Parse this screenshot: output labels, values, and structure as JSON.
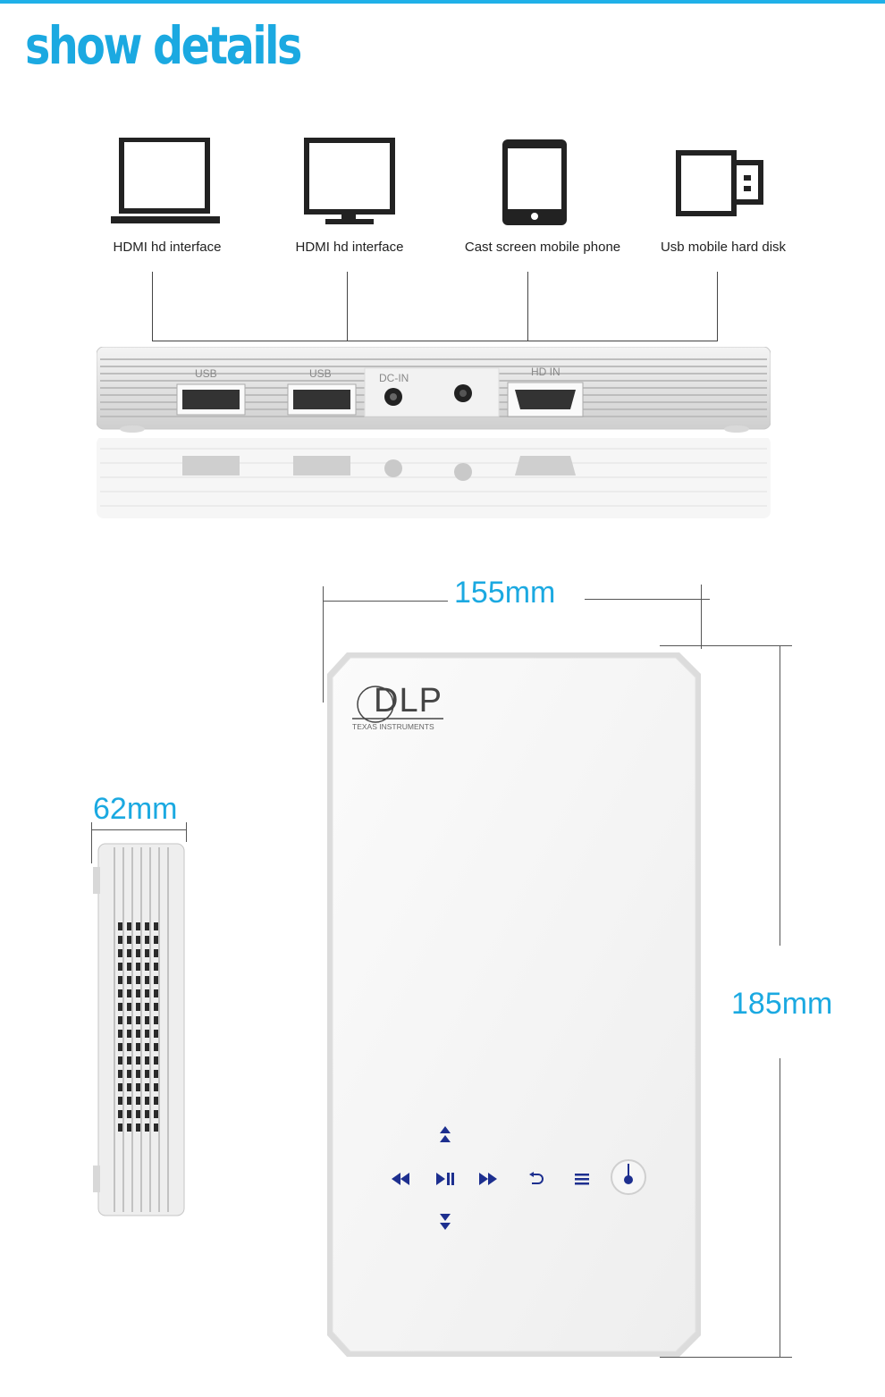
{
  "header": {
    "title": "show details"
  },
  "ports": [
    {
      "icon": "laptop-icon",
      "label": "HDMI hd interface"
    },
    {
      "icon": "monitor-icon",
      "label": "HDMI hd interface"
    },
    {
      "icon": "phone-icon",
      "label": "Cast screen mobile phone"
    },
    {
      "icon": "usb-drive-icon",
      "label": "Usb mobile hard disk"
    }
  ],
  "device_ports": {
    "usb1": "USB",
    "usb2": "USB",
    "dc": "DC-IN",
    "hd": "HD IN"
  },
  "dimensions": {
    "width": "155mm",
    "depth": "62mm",
    "height": "185mm"
  },
  "logo": {
    "brand": "DLP",
    "sub": "TEXAS INSTRUMENTS"
  },
  "colors": {
    "accent": "#1ba9e1",
    "button_blue": "#1d2f8f"
  }
}
